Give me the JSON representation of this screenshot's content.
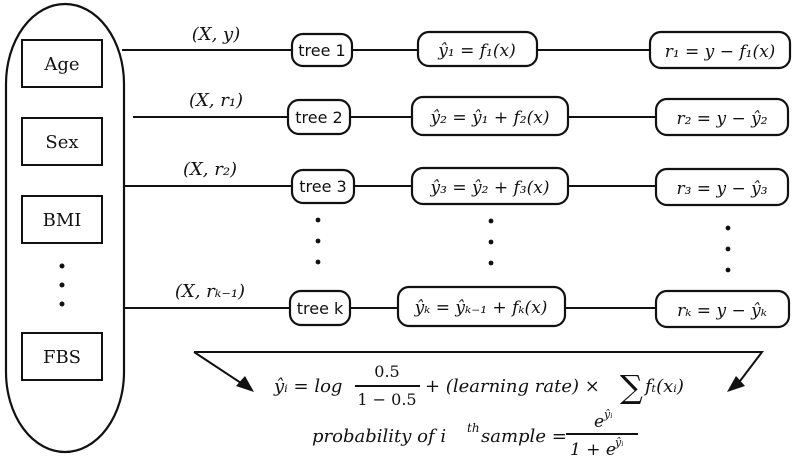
{
  "features": [
    "Age",
    "Sex",
    "BMI",
    "FBS"
  ],
  "stages": [
    {
      "input": "(X, y)",
      "tree": "tree 1",
      "prediction": "ŷ₁ = f₁(x)",
      "residual": "r₁ = y − f₁(x)"
    },
    {
      "input": "(X, r₁)",
      "tree": "tree 2",
      "prediction": "ŷ₂ = ŷ₁ + f₂(x)",
      "residual": "r₂ = y − ŷ₂"
    },
    {
      "input": "(X, r₂)",
      "tree": "tree 3",
      "prediction": "ŷ₃ = ŷ₂ + f₃(x)",
      "residual": "r₃ = y − ŷ₃"
    },
    {
      "input": "(X, rₖ₋₁)",
      "tree": "tree k",
      "prediction": "ŷₖ = ŷₖ₋₁ + fₖ(x)",
      "residual": "rₖ = y − ŷₖ"
    }
  ],
  "formula": {
    "lhs": "ŷᵢ = log",
    "frac_num": "0.5",
    "frac_den": "1 − 0.5",
    "middle": "+ (learning rate) ×",
    "sum_symbol": "∑",
    "summand": "fₜ(xᵢ)"
  },
  "probability": {
    "lhs": "probability of i",
    "sup": "th",
    "lhs_tail": "sample =",
    "frac_num_base": "e",
    "frac_num_sup": "ŷᵢ",
    "frac_den_base": "1 + e",
    "frac_den_sup": "ŷᵢ"
  }
}
